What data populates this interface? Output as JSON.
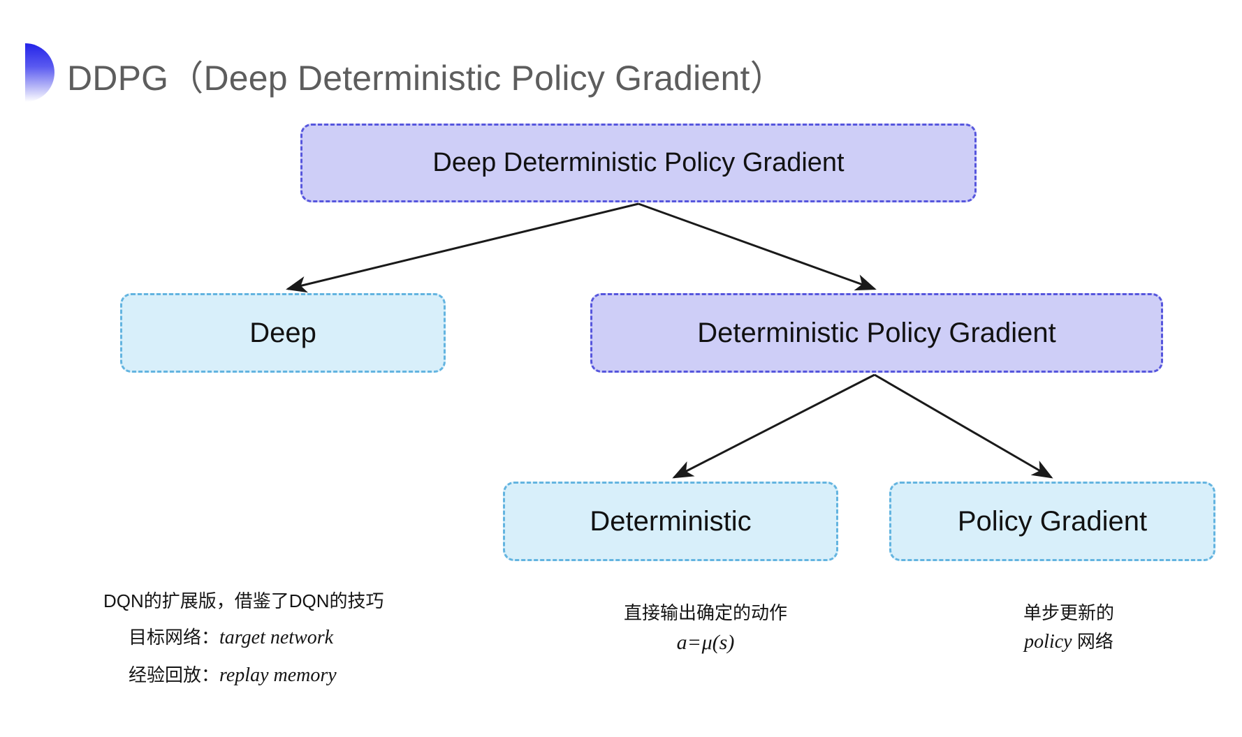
{
  "slide": {
    "title": "DDPG（Deep Deterministic Policy Gradient）",
    "bullet_icon": "half-circle-bullet-icon",
    "background": "#ffffff"
  },
  "colors": {
    "purple_fill": "#ceceF7",
    "purple_border": "#5656dd",
    "cyan_fill": "#d8effa",
    "cyan_border": "#63b4e0",
    "title_text": "#5d5d5d",
    "body_text": "#141414",
    "arrow": "#1a1a1a",
    "bullet_gradient_start": "#2323e8",
    "bullet_gradient_end": "#ffffff"
  },
  "diagram": {
    "type": "tree",
    "nodes": [
      {
        "id": "root",
        "label": "Deep Deterministic Policy Gradient",
        "style": "purple"
      },
      {
        "id": "deep",
        "label": "Deep",
        "style": "cyan"
      },
      {
        "id": "dpg",
        "label": "Deterministic Policy Gradient",
        "style": "purple"
      },
      {
        "id": "det",
        "label": "Deterministic",
        "style": "cyan"
      },
      {
        "id": "pg",
        "label": "Policy Gradient",
        "style": "cyan"
      }
    ],
    "edges": [
      {
        "from": "root",
        "to": "deep"
      },
      {
        "from": "root",
        "to": "dpg"
      },
      {
        "from": "dpg",
        "to": "det"
      },
      {
        "from": "dpg",
        "to": "pg"
      }
    ]
  },
  "captions": {
    "left": {
      "line1": "DQN的扩展版，借鉴了DQN的技巧",
      "line2_label": "目标网络：",
      "line2_term": "target network",
      "line3_label": "经验回放：",
      "line3_term": "replay memory"
    },
    "middle": {
      "line1": "直接输出确定的动作",
      "formula_lhs": "a",
      "formula_op": "=",
      "formula_rhs": "μ(s)"
    },
    "right": {
      "line1": "单步更新的",
      "line2_term": "policy",
      "line2_suffix": " 网络"
    }
  }
}
